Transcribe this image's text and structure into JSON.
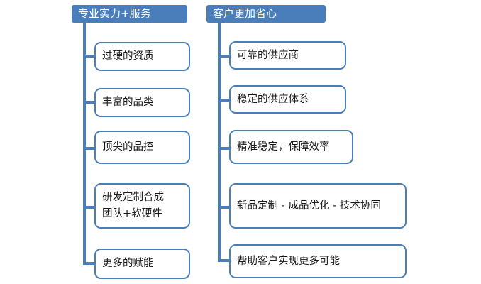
{
  "diagram": {
    "title_columns": [
      {
        "id": "left",
        "header": "专业实力+服务",
        "items": [
          {
            "label": "过硬的资质"
          },
          {
            "label": "丰富的品类"
          },
          {
            "label": "顶尖的品控"
          },
          {
            "label_line1": "研发定制合成",
            "label_line2": "团队+软硬件"
          },
          {
            "label": "更多的赋能"
          }
        ]
      },
      {
        "id": "right",
        "header": "客户更加省心",
        "items": [
          {
            "label": "可靠的供应商"
          },
          {
            "label": "稳定的供应体系"
          },
          {
            "label": "精准稳定，保障效率"
          },
          {
            "label": "新品定制 - 成品优化 - 技术协同"
          },
          {
            "label": "帮助客户实现更多可能"
          }
        ]
      }
    ]
  },
  "colors": {
    "accent_blue": "#4a7ebb",
    "header_text": "#ffffff",
    "leaf_text": "#1a1a1a",
    "background": "#ffffff"
  }
}
